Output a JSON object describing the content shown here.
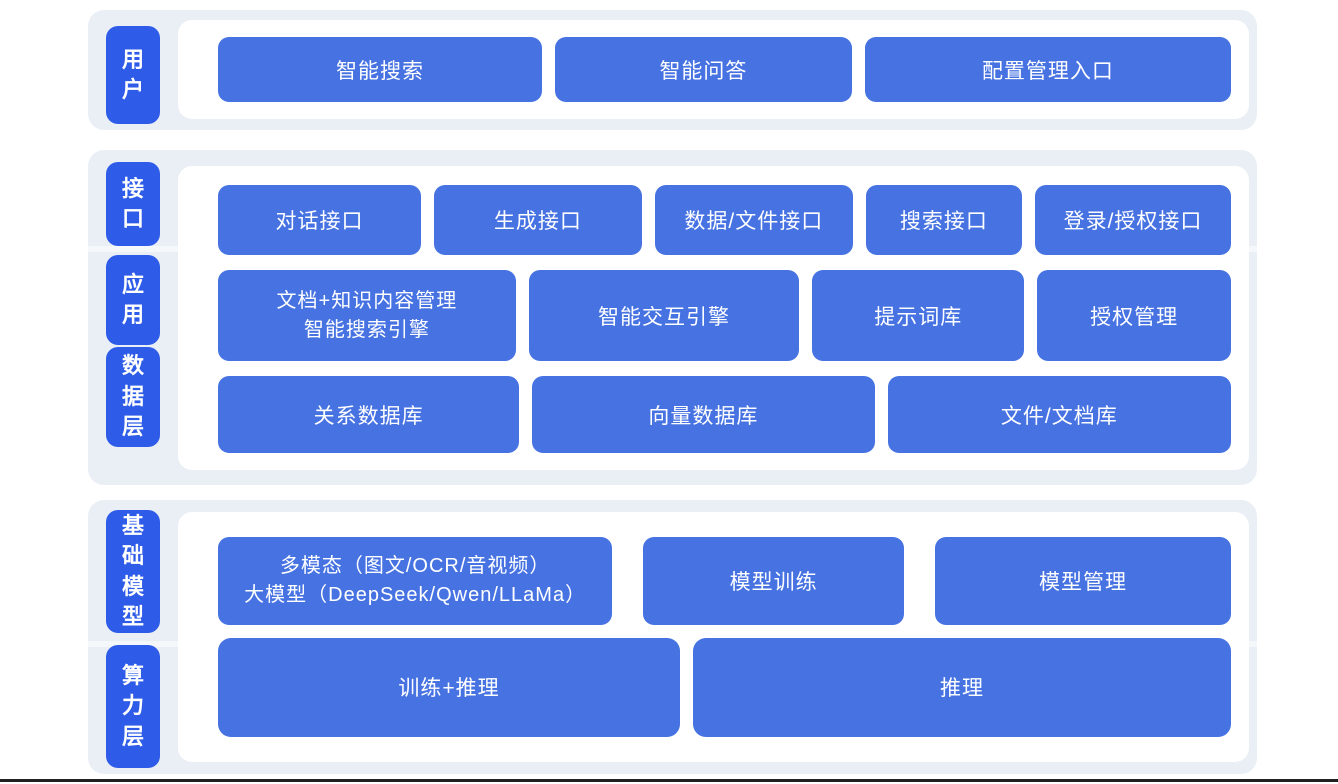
{
  "colors": {
    "block_blue": "#4672e2",
    "layer_label_blue": "#2e5be8",
    "band_background": "#eaeff6",
    "panel_background": "#ffffff",
    "text_white": "#ffffff",
    "bottom_line": "#212121"
  },
  "layers": {
    "user": {
      "label": "用户",
      "blocks": {
        "smart_search": "智能搜索",
        "smart_qa": "智能问答",
        "config_entry": "配置管理入口"
      }
    },
    "interface": {
      "label": "接口",
      "blocks": {
        "dialog_api": "对话接口",
        "generation_api": "生成接口",
        "data_file_api": "数据/文件接口",
        "search_api": "搜索接口",
        "login_auth_api": "登录/授权接口"
      }
    },
    "application": {
      "label": "应用",
      "blocks": {
        "doc_knowledge_engine": {
          "line1": "文档+知识内容管理",
          "line2": "智能搜索引擎"
        },
        "interaction_engine": "智能交互引擎",
        "prompt_library": "提示词库",
        "auth_management": "授权管理"
      }
    },
    "data_layer": {
      "label": "数据层",
      "blocks": {
        "relational_db": "关系数据库",
        "vector_db": "向量数据库",
        "file_doc_store": "文件/文档库"
      }
    },
    "foundation_model": {
      "label": "基础模型",
      "blocks": {
        "multimodal_llm": {
          "line1": "多模态（图文/OCR/音视频）",
          "line2": "大模型（DeepSeek/Qwen/LLaMa）"
        },
        "model_training": "模型训练",
        "model_management": "模型管理"
      }
    },
    "compute_layer": {
      "label": "算力层",
      "blocks": {
        "training_inference": "训练+推理",
        "inference": "推理"
      }
    }
  }
}
